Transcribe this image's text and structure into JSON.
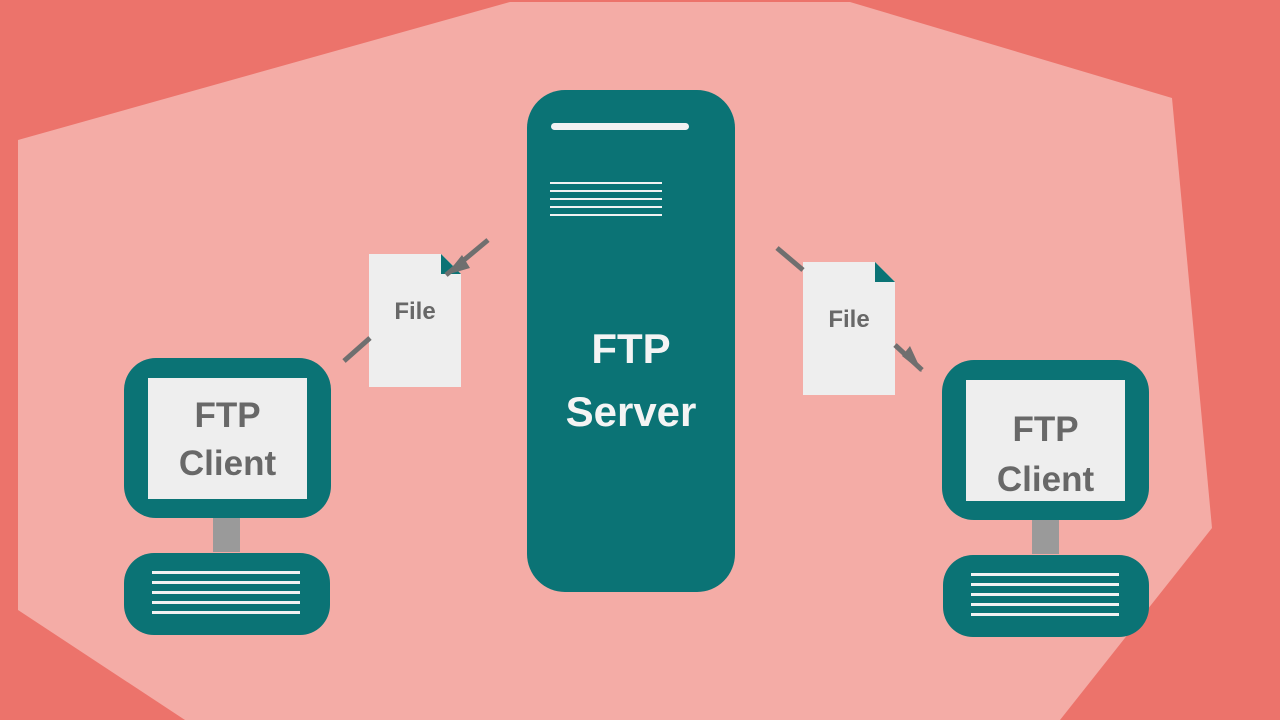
{
  "colors": {
    "background": "#ec736b",
    "panel": "#f4aca6",
    "server": "#0b7375",
    "screen": "#eeeeee",
    "file": "#eeeeee",
    "text_dark": "#686868",
    "text_light": "#f4f4f4",
    "arrow": "#6f6f6f"
  },
  "server": {
    "line1": "FTP",
    "line2": "Server"
  },
  "clients": [
    {
      "line1": "FTP",
      "line2": "Client"
    },
    {
      "line1": "FTP",
      "line2": "Client"
    }
  ],
  "files": [
    {
      "label": "File"
    },
    {
      "label": "File"
    }
  ]
}
